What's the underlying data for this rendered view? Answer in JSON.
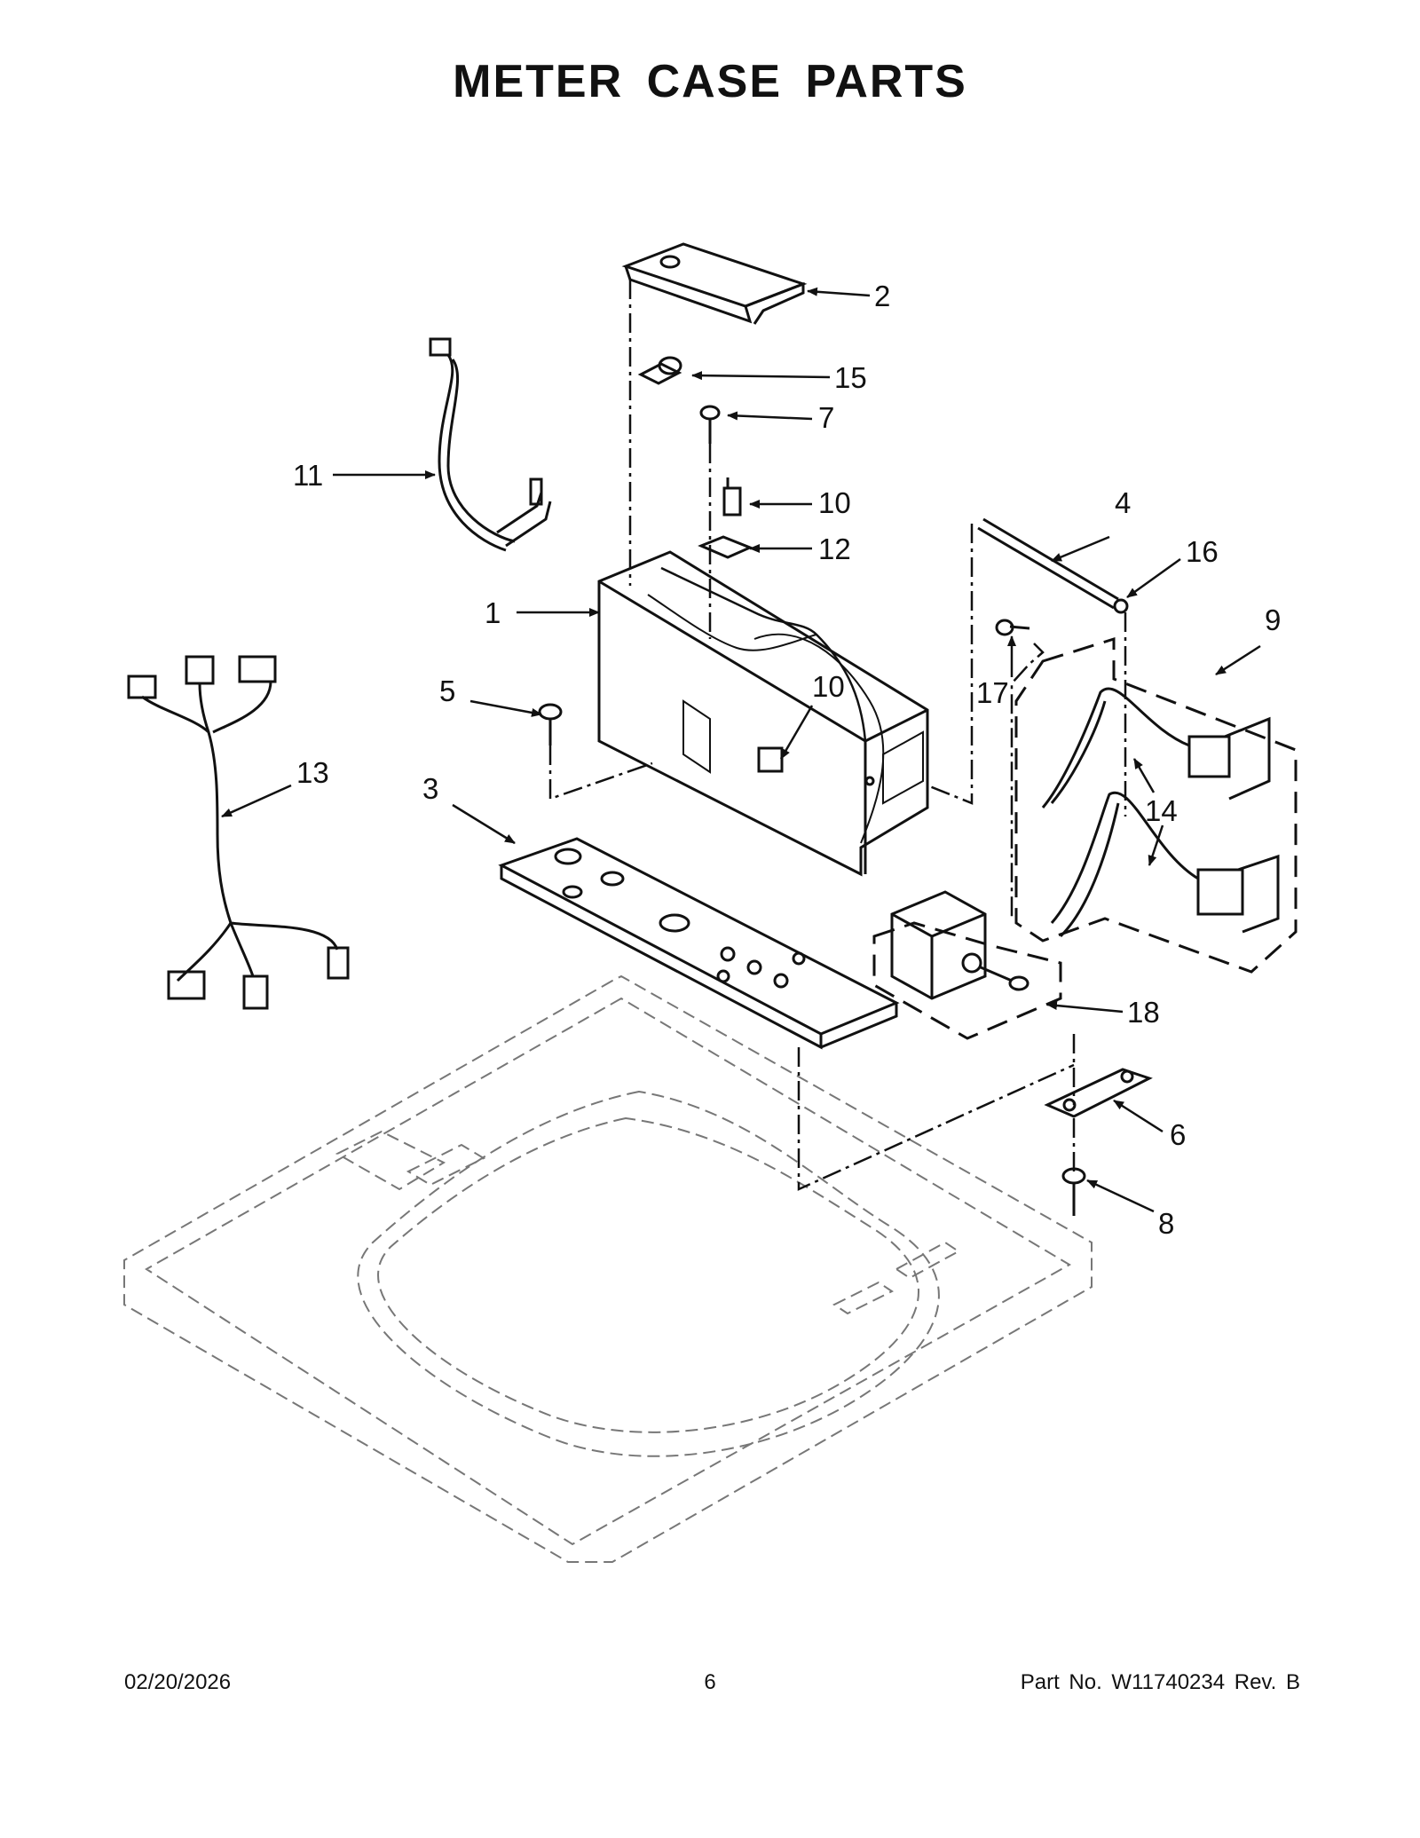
{
  "title": "METER CASE PARTS",
  "callouts": [
    "1",
    "2",
    "3",
    "4",
    "5",
    "6",
    "7",
    "8",
    "9",
    "10",
    "10",
    "11",
    "12",
    "13",
    "14",
    "14",
    "15",
    "16",
    "17",
    "18"
  ],
  "footer": {
    "date": "02/20/2026",
    "page": "6",
    "part_no": "Part No.  W11740234  Rev.  B"
  }
}
